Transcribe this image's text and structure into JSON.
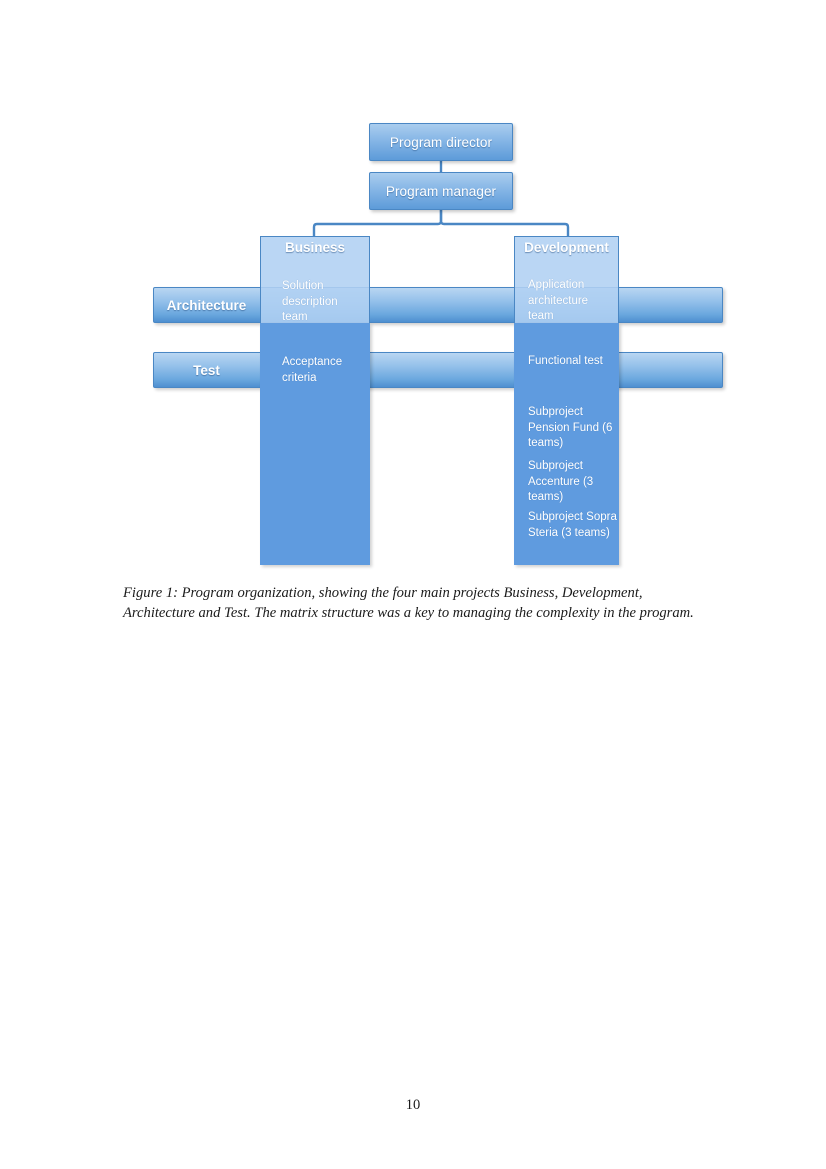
{
  "document": {
    "page_number": "10"
  },
  "figure": {
    "caption": "Figure 1: Program organization, showing the four main projects Business, Development, Architecture and Test. The matrix structure was a key to managing the complexity in the program.",
    "top_boxes": [
      {
        "label": "Program director"
      },
      {
        "label": "Program manager"
      }
    ],
    "row_bars": [
      {
        "label": "Architecture"
      },
      {
        "label": "Test"
      }
    ],
    "columns": [
      {
        "title": "Business",
        "items": [
          {
            "label": "Solution description team"
          },
          {
            "label": "Acceptance criteria"
          }
        ]
      },
      {
        "title": "Development",
        "items": [
          {
            "label": "Application architecture team"
          },
          {
            "label": "Functional test"
          },
          {
            "label": "Subproject Pension Fund (6 teams)"
          },
          {
            "label": "Subproject Accenture (3 teams)"
          },
          {
            "label": "Subproject Sopra Steria (3 teams)"
          }
        ]
      }
    ],
    "colors": {
      "box_fill_light": "#b9d6f2",
      "box_fill_dark": "#4e8fd0",
      "column_fill": "#5f9bdf",
      "column_header_fill": "#b0d0f3",
      "border": "#4a87c4",
      "connector": "#4a87c4",
      "text": "#ffffff"
    }
  }
}
